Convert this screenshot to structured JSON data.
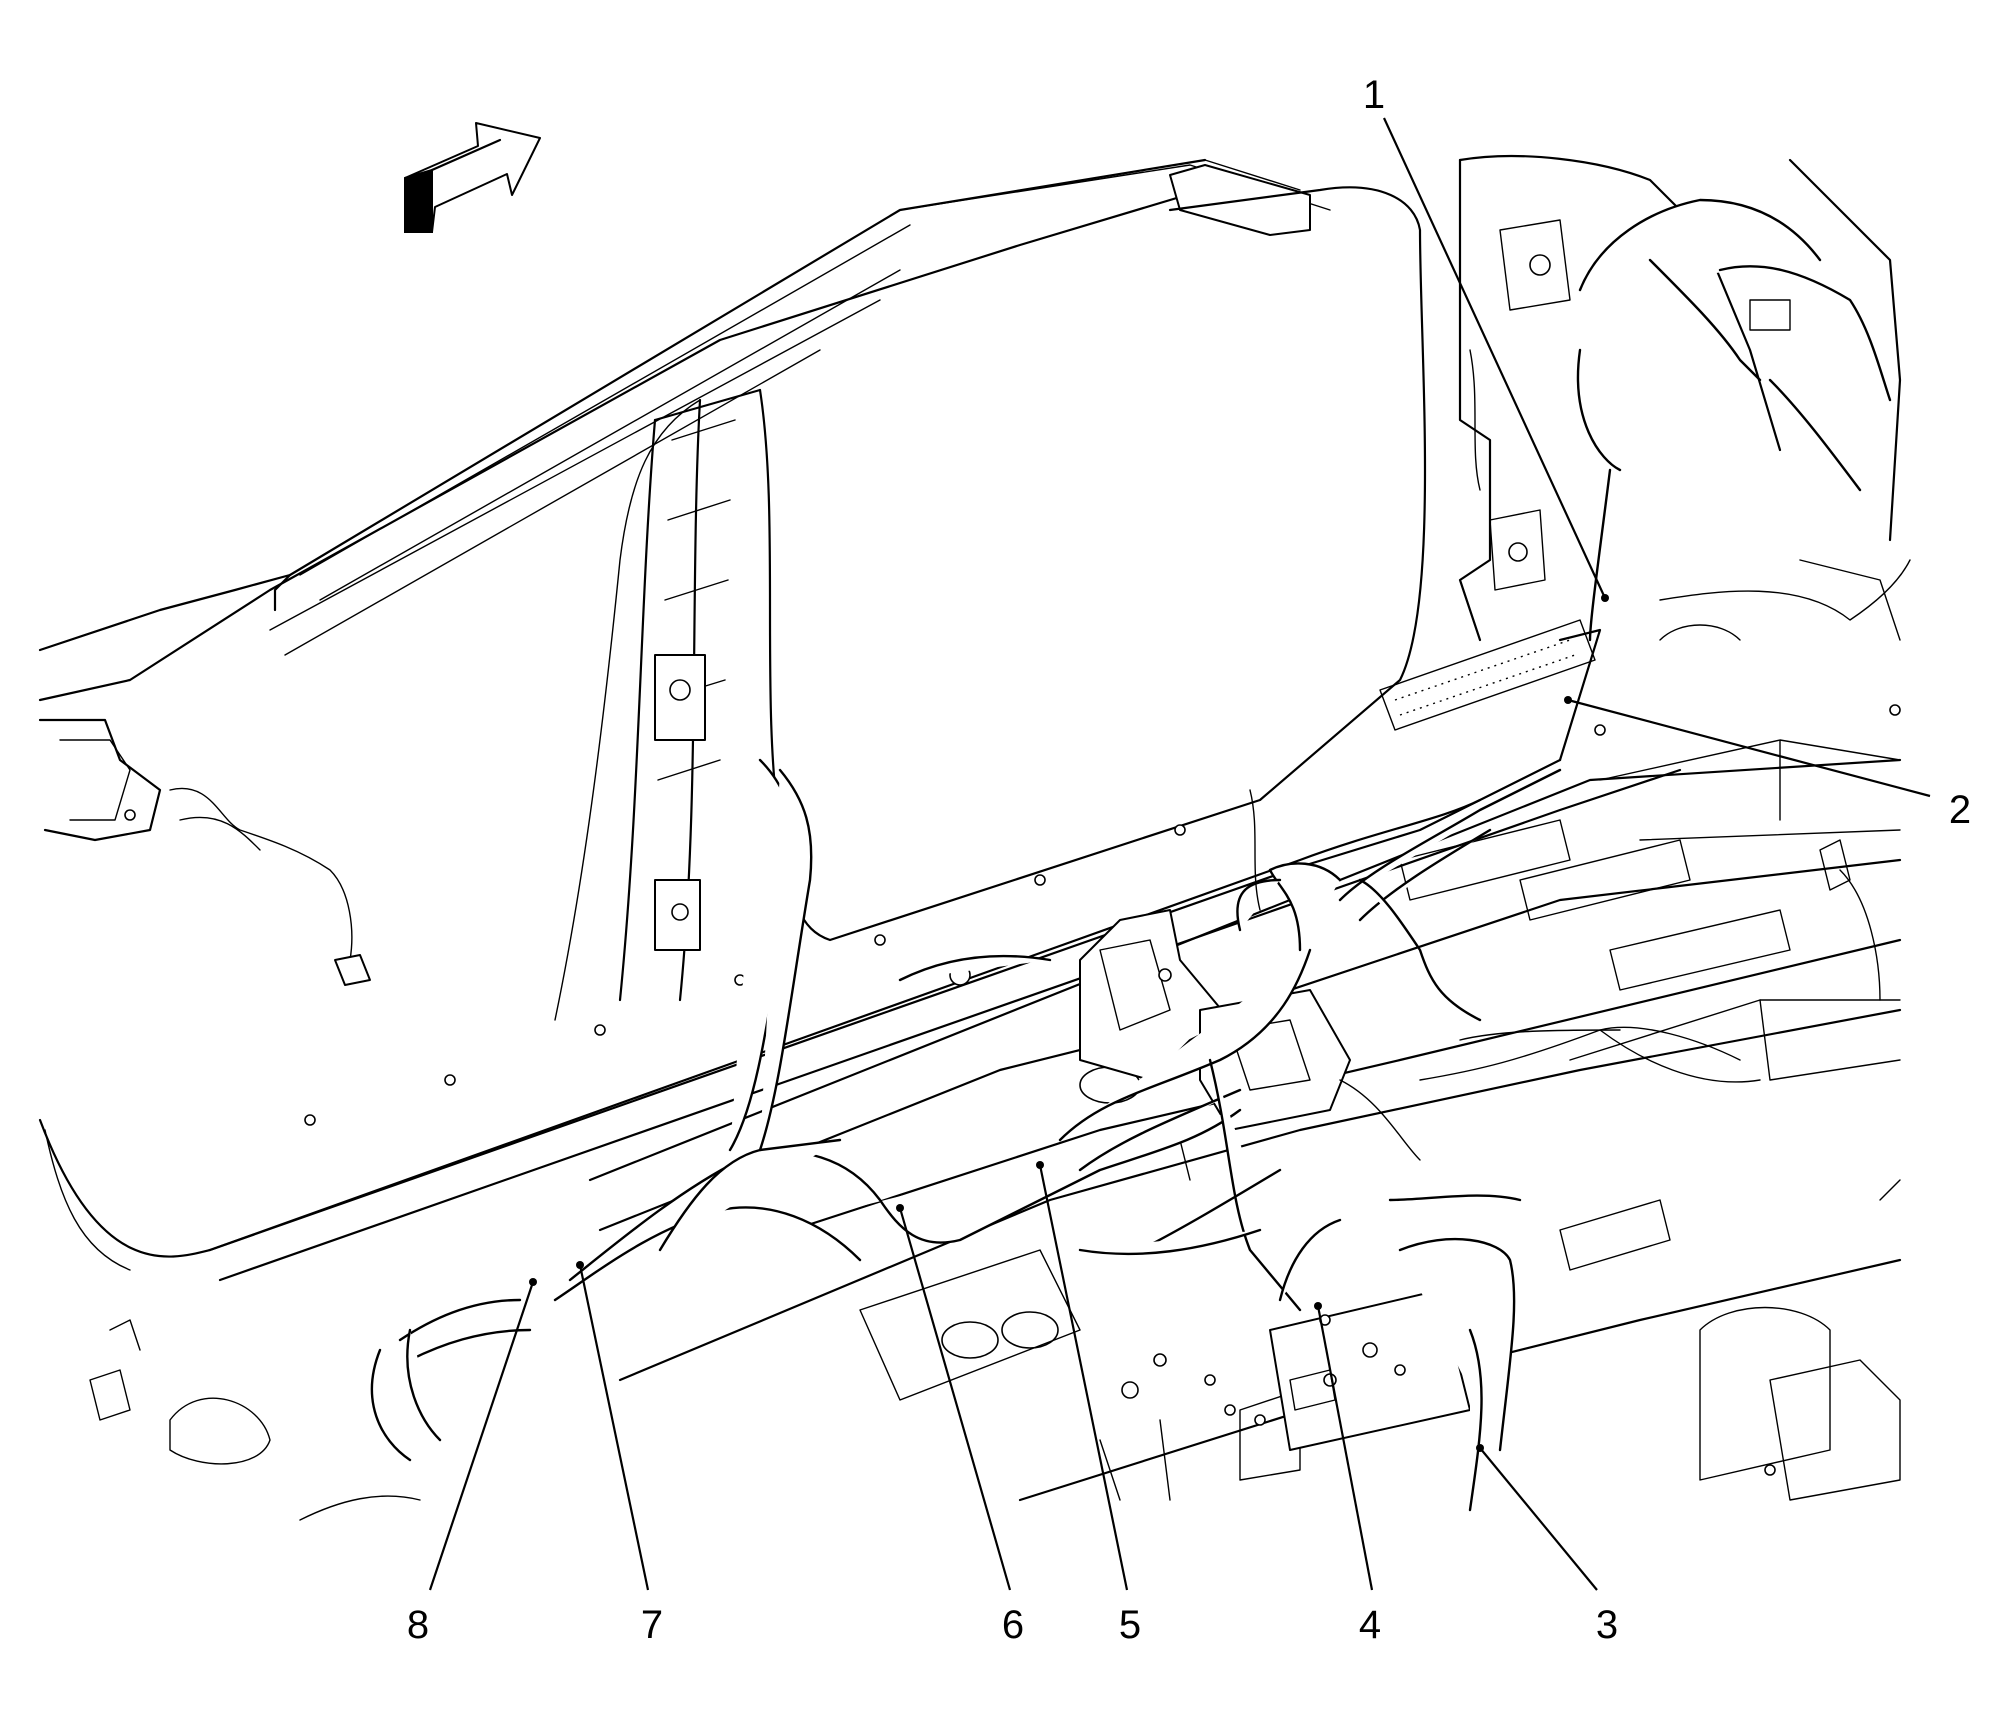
{
  "callouts": [
    {
      "id": "1",
      "label": "1"
    },
    {
      "id": "2",
      "label": "2"
    },
    {
      "id": "3",
      "label": "3"
    },
    {
      "id": "4",
      "label": "4"
    },
    {
      "id": "5",
      "label": "5"
    },
    {
      "id": "6",
      "label": "6"
    },
    {
      "id": "7",
      "label": "7"
    },
    {
      "id": "8",
      "label": "8"
    }
  ],
  "icons": {
    "direction_arrow": "forward-direction-arrow-icon"
  },
  "colors": {
    "line": "#000000",
    "background": "#ffffff"
  }
}
